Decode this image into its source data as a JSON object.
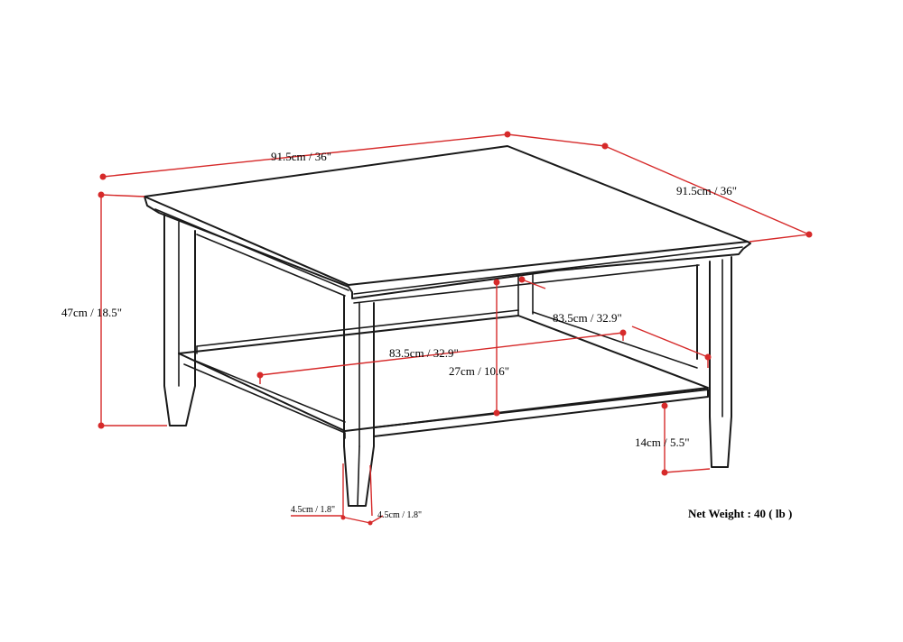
{
  "dimensions": {
    "top_length": "91.5cm / 36\"",
    "top_width": "91.5cm / 36\"",
    "height": "47cm / 18.5\"",
    "shelf_length": "83.5cm / 32.9\"",
    "shelf_width": "83.5cm / 32.9\"",
    "shelf_clearance": "27cm / 10.6\"",
    "shelf_height": "14cm / 5.5\"",
    "leg_width_a": "4.5cm / 1.8\"",
    "leg_width_b": "4.5cm / 1.8\""
  },
  "net_weight": "Net Weight : 40 ( lb )",
  "colors": {
    "dimension_line": "#d62a2a",
    "outline": "#1a1a1a"
  }
}
